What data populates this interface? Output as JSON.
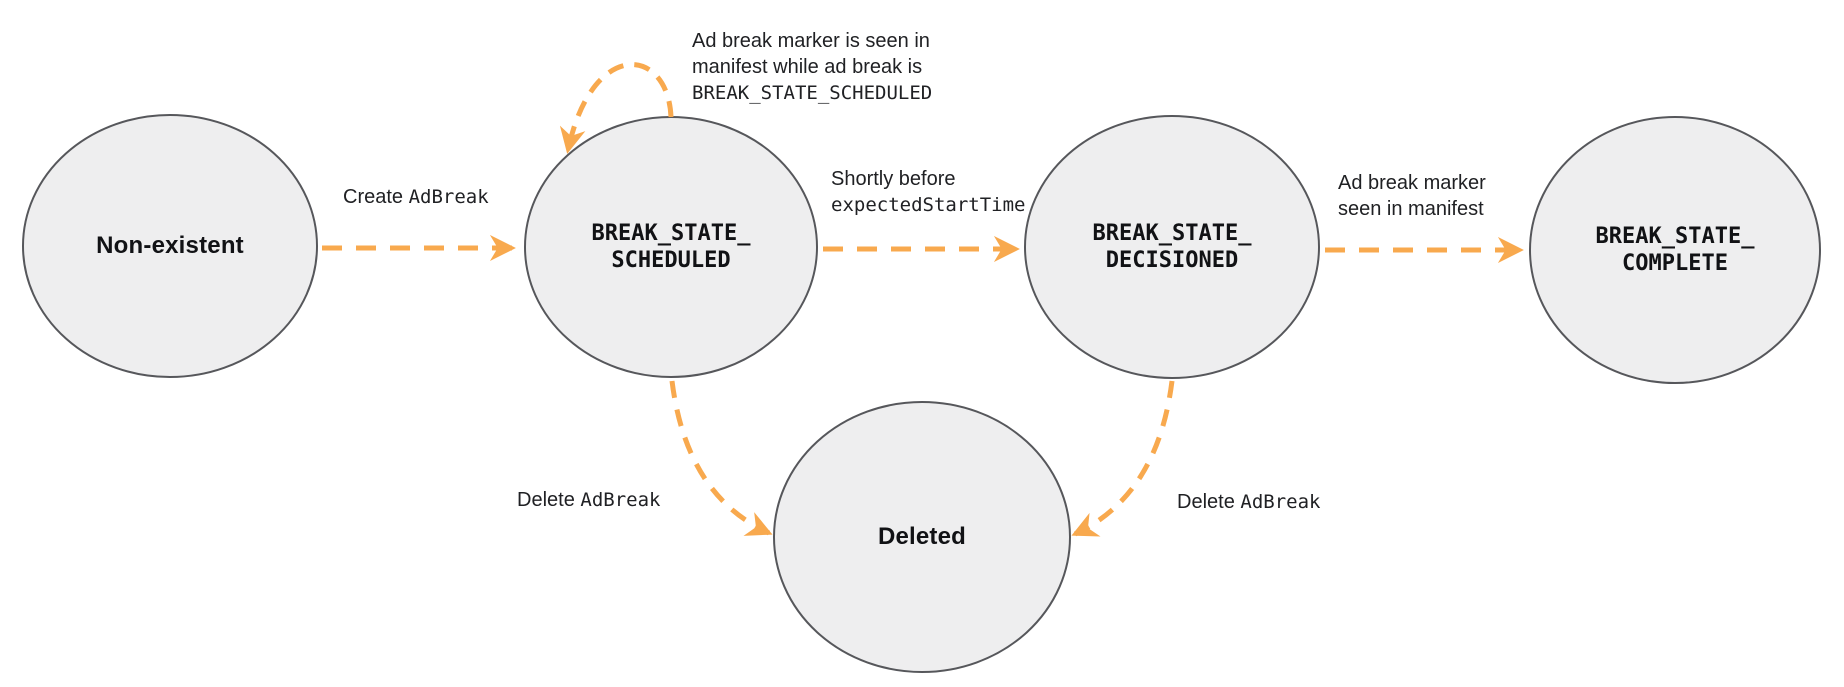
{
  "diagram": {
    "type": "state-machine",
    "background": "#FFFFFF",
    "colors": {
      "arrow": "#F8A94E",
      "node_fill": "#EEEEEF",
      "node_border": "#56575B",
      "label_text": "#202124"
    },
    "states": [
      {
        "label": "Non-existent"
      },
      {
        "line1": "BREAK_STATE_",
        "line2": "SCHEDULED"
      },
      {
        "line1": "BREAK_STATE_",
        "line2": "DECISIONED"
      },
      {
        "line1": "BREAK_STATE_",
        "line2": "COMPLETE"
      },
      {
        "label": "Deleted"
      }
    ],
    "transitions": {
      "create": {
        "plain": "Create ",
        "code": "AdBreak"
      },
      "marker_seen_loop": {
        "line1": "Ad break marker is seen in",
        "line2": "manifest while ad break is",
        "code_line": "BREAK_STATE_SCHEDULED"
      },
      "shortly_before": {
        "plain": "Shortly before",
        "code": "expectedStartTime"
      },
      "marker_seen": {
        "line1": "Ad break marker",
        "line2": "seen in manifest"
      },
      "delete_from_scheduled": {
        "plain": "Delete ",
        "code": "AdBreak"
      },
      "delete_from_decisioned": {
        "plain": "Delete ",
        "code": "AdBreak"
      }
    }
  }
}
